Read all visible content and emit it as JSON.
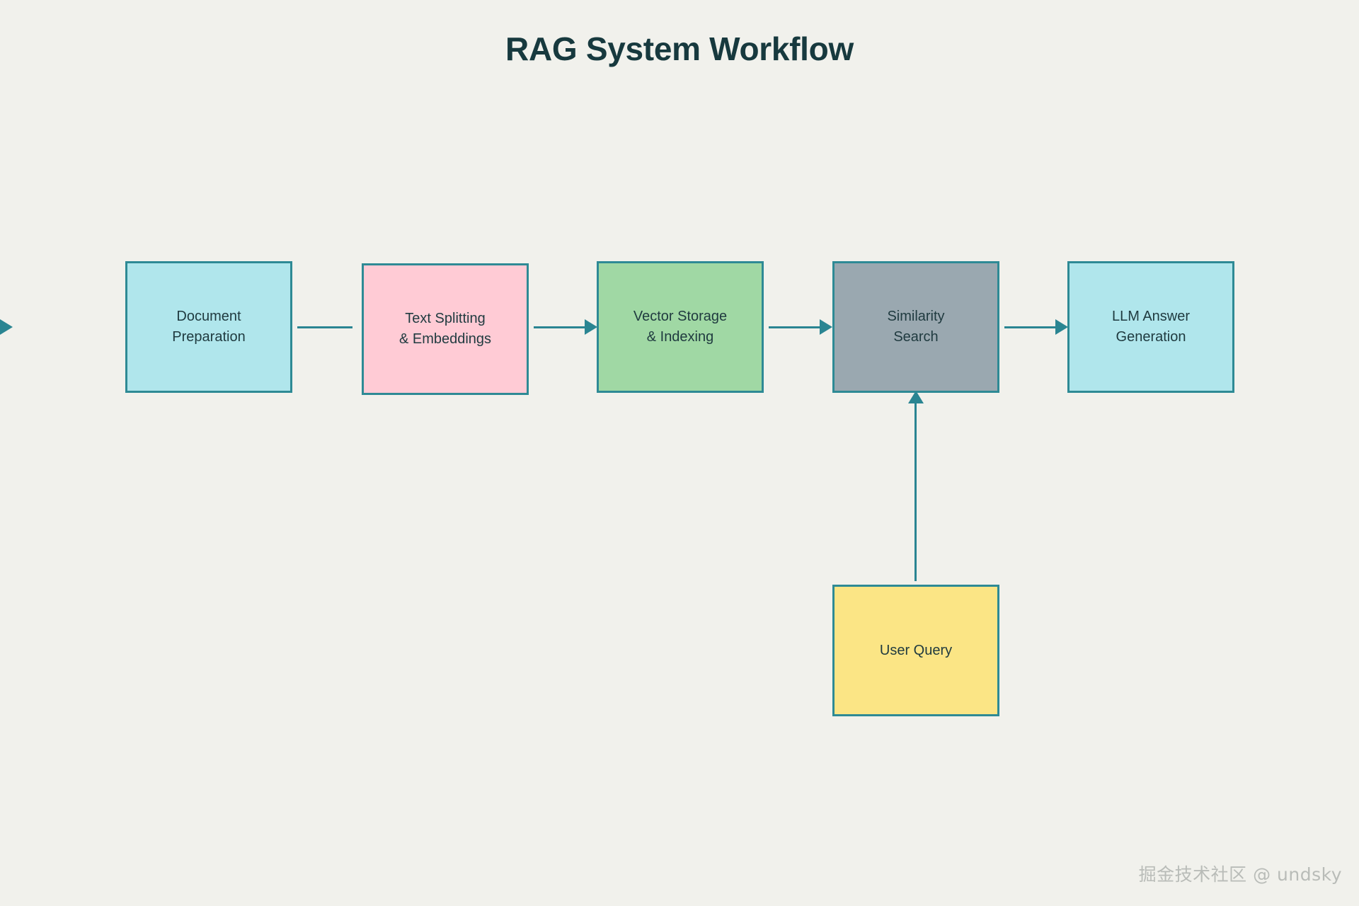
{
  "page": {
    "title": "RAG System Workflow",
    "background_color": "#f1f1ec",
    "title_color": "#17393e",
    "edge_color": "#2a8592",
    "border_color": "#2e8a95"
  },
  "diagram": {
    "type": "flowchart",
    "orientation": "left-to-right",
    "nodes": [
      {
        "id": "doc",
        "label": "Document\nPreparation",
        "fill": "#b0e6ec",
        "border": "#2e8a95",
        "shape": "rectangle"
      },
      {
        "id": "split",
        "label": "Text Splitting\n& Embeddings",
        "fill": "#ffcbd5",
        "border": "#2e8a95",
        "shape": "rectangle"
      },
      {
        "id": "vector",
        "label": "Vector Storage\n& Indexing",
        "fill": "#a0d8a4",
        "border": "#2e8a95",
        "shape": "rectangle"
      },
      {
        "id": "similar",
        "label": "Similarity\nSearch",
        "fill": "#9aa8b0",
        "border": "#2e8a95",
        "shape": "rectangle"
      },
      {
        "id": "llm",
        "label": "LLM Answer\nGeneration",
        "fill": "#b0e6ec",
        "border": "#2e8a95",
        "shape": "rectangle"
      },
      {
        "id": "query",
        "label": "User Query",
        "fill": "#fbe585",
        "border": "#2e8a95",
        "shape": "rectangle"
      }
    ],
    "edges": [
      {
        "id": "e1",
        "from": "doc",
        "to": "split",
        "direction": "right"
      },
      {
        "id": "e2",
        "from": "split",
        "to": "vector",
        "direction": "right"
      },
      {
        "id": "e3",
        "from": "vector",
        "to": "similar",
        "direction": "right"
      },
      {
        "id": "e4",
        "from": "similar",
        "to": "llm",
        "direction": "right"
      },
      {
        "id": "e5",
        "from": "query",
        "to": "similar",
        "direction": "up"
      }
    ]
  },
  "watermark": {
    "text": "掘金技术社区 @ undsky"
  }
}
